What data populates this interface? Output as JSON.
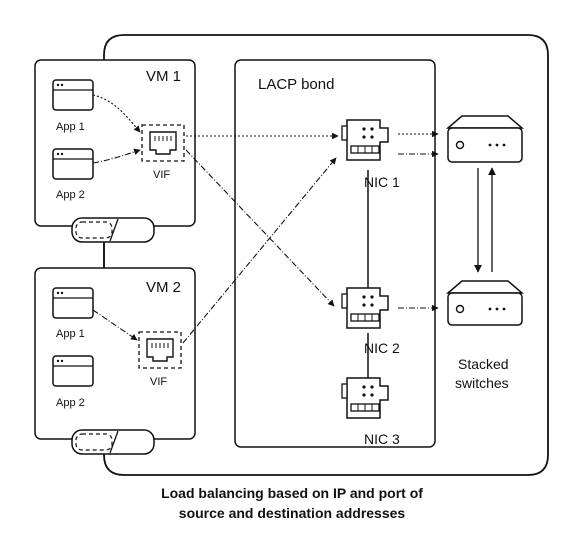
{
  "vm1": {
    "title": "VM 1",
    "apps": [
      "App 1",
      "App 2"
    ],
    "vif": "VIF"
  },
  "vm2": {
    "title": "VM 2",
    "apps": [
      "App 1",
      "App 2"
    ],
    "vif": "VIF"
  },
  "bond": {
    "title": "LACP bond"
  },
  "nics": [
    "NIC 1",
    "NIC 2",
    "NIC 3"
  ],
  "switches": {
    "label_line1": "Stacked",
    "label_line2": "switches"
  },
  "caption": {
    "line1": "Load balancing based on IP and port of",
    "line2": "source and destination addresses"
  },
  "colors": {
    "stroke": "#111111",
    "background": "#ffffff"
  }
}
